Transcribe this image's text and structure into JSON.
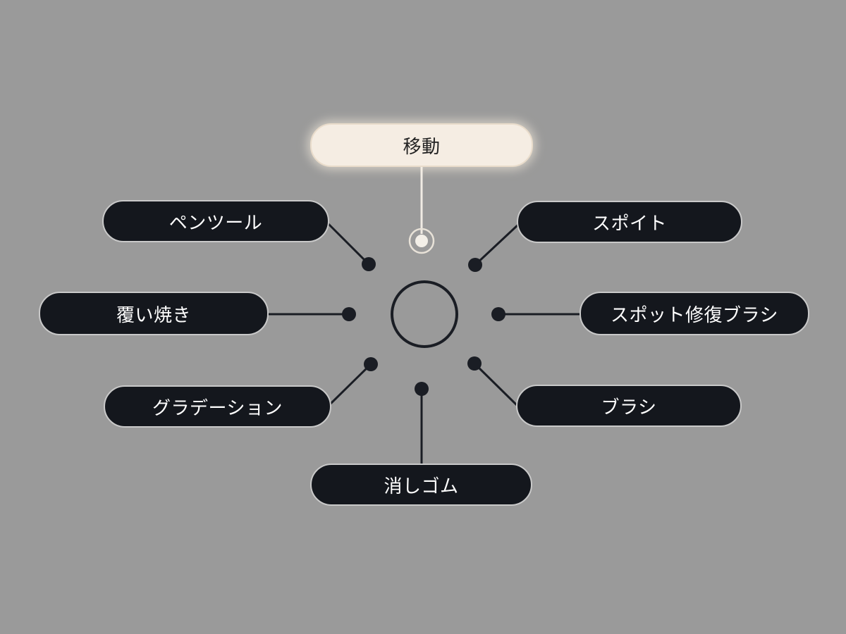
{
  "radial_menu": {
    "selected": "move",
    "items": {
      "move": "移動",
      "eyedropper": "スポイト",
      "spot_healing_brush": "スポット修復ブラシ",
      "brush": "ブラシ",
      "eraser": "消しゴム",
      "gradient": "グラデーション",
      "burn": "覆い焼き",
      "pen_tool": "ペンツール"
    }
  },
  "colors": {
    "background": "#9a9a9a",
    "pill_dark": "#14171d",
    "pill_active": "#f5ede3",
    "connector_dark": "#1a1d24",
    "connector_active": "#f0ebe4"
  },
  "icons": {
    "center": "ring-hub-icon",
    "node": "connector-dot-icon"
  }
}
